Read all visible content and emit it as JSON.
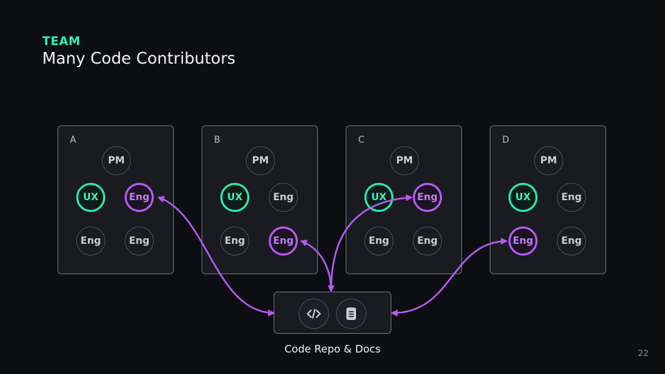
{
  "header": {
    "eyebrow": "TEAM",
    "title": "Many Code Contributors"
  },
  "teams": [
    {
      "label": "A",
      "nodes": [
        "PM",
        "UX",
        "Eng",
        "Eng",
        "Eng"
      ]
    },
    {
      "label": "B",
      "nodes": [
        "PM",
        "UX",
        "Eng",
        "Eng",
        "Eng"
      ]
    },
    {
      "label": "C",
      "nodes": [
        "PM",
        "UX",
        "Eng",
        "Eng",
        "Eng"
      ]
    },
    {
      "label": "D",
      "nodes": [
        "PM",
        "UX",
        "Eng",
        "Eng",
        "Eng"
      ]
    }
  ],
  "repo": {
    "label": "Code Repo & Docs",
    "icons": [
      "code-icon",
      "document-icon"
    ]
  },
  "page_number": "22",
  "colors": {
    "accent_teal": "#2ee6b0",
    "accent_purple": "#b65af0",
    "background": "#0d0e12"
  }
}
